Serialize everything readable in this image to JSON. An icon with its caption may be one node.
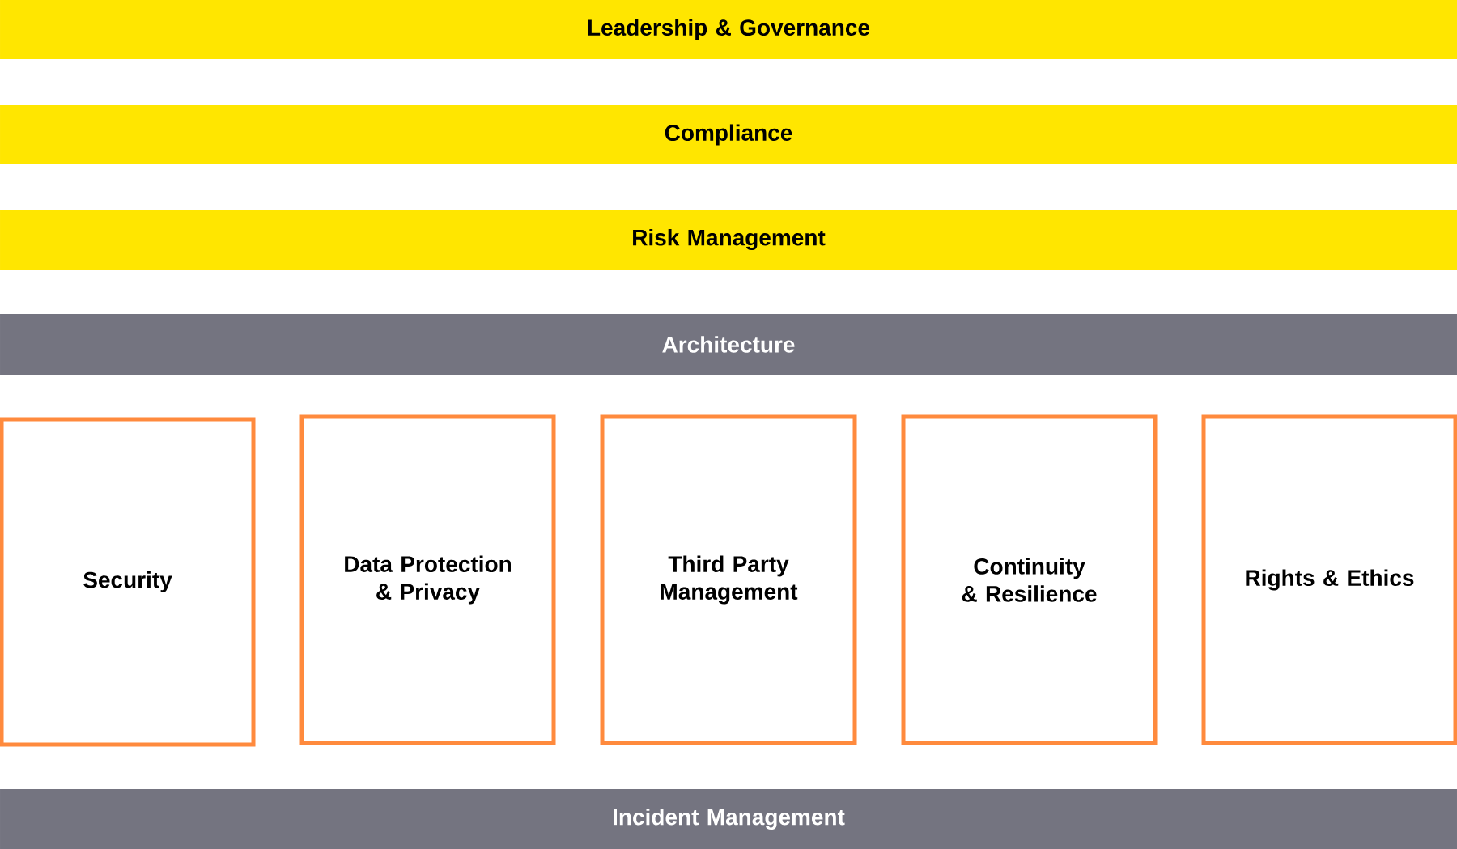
{
  "diagram": {
    "nodes": [
      {
        "text": [
          "Leadership & Governance"
        ]
      },
      {
        "text": [
          "Compliance"
        ]
      },
      {
        "text": [
          "Risk Management"
        ]
      },
      {
        "text": [
          "Architecture"
        ]
      },
      {
        "text": [
          "Security"
        ]
      },
      {
        "text": [
          "Data Protection & Privacy"
        ]
      },
      {
        "text": [
          "Third Party Management"
        ]
      },
      {
        "text": [
          "Continuity & Resilience"
        ]
      },
      {
        "text": [
          "Rights & Ethics"
        ]
      },
      {
        "text": [
          "Incident Management"
        ]
      }
    ]
  }
}
